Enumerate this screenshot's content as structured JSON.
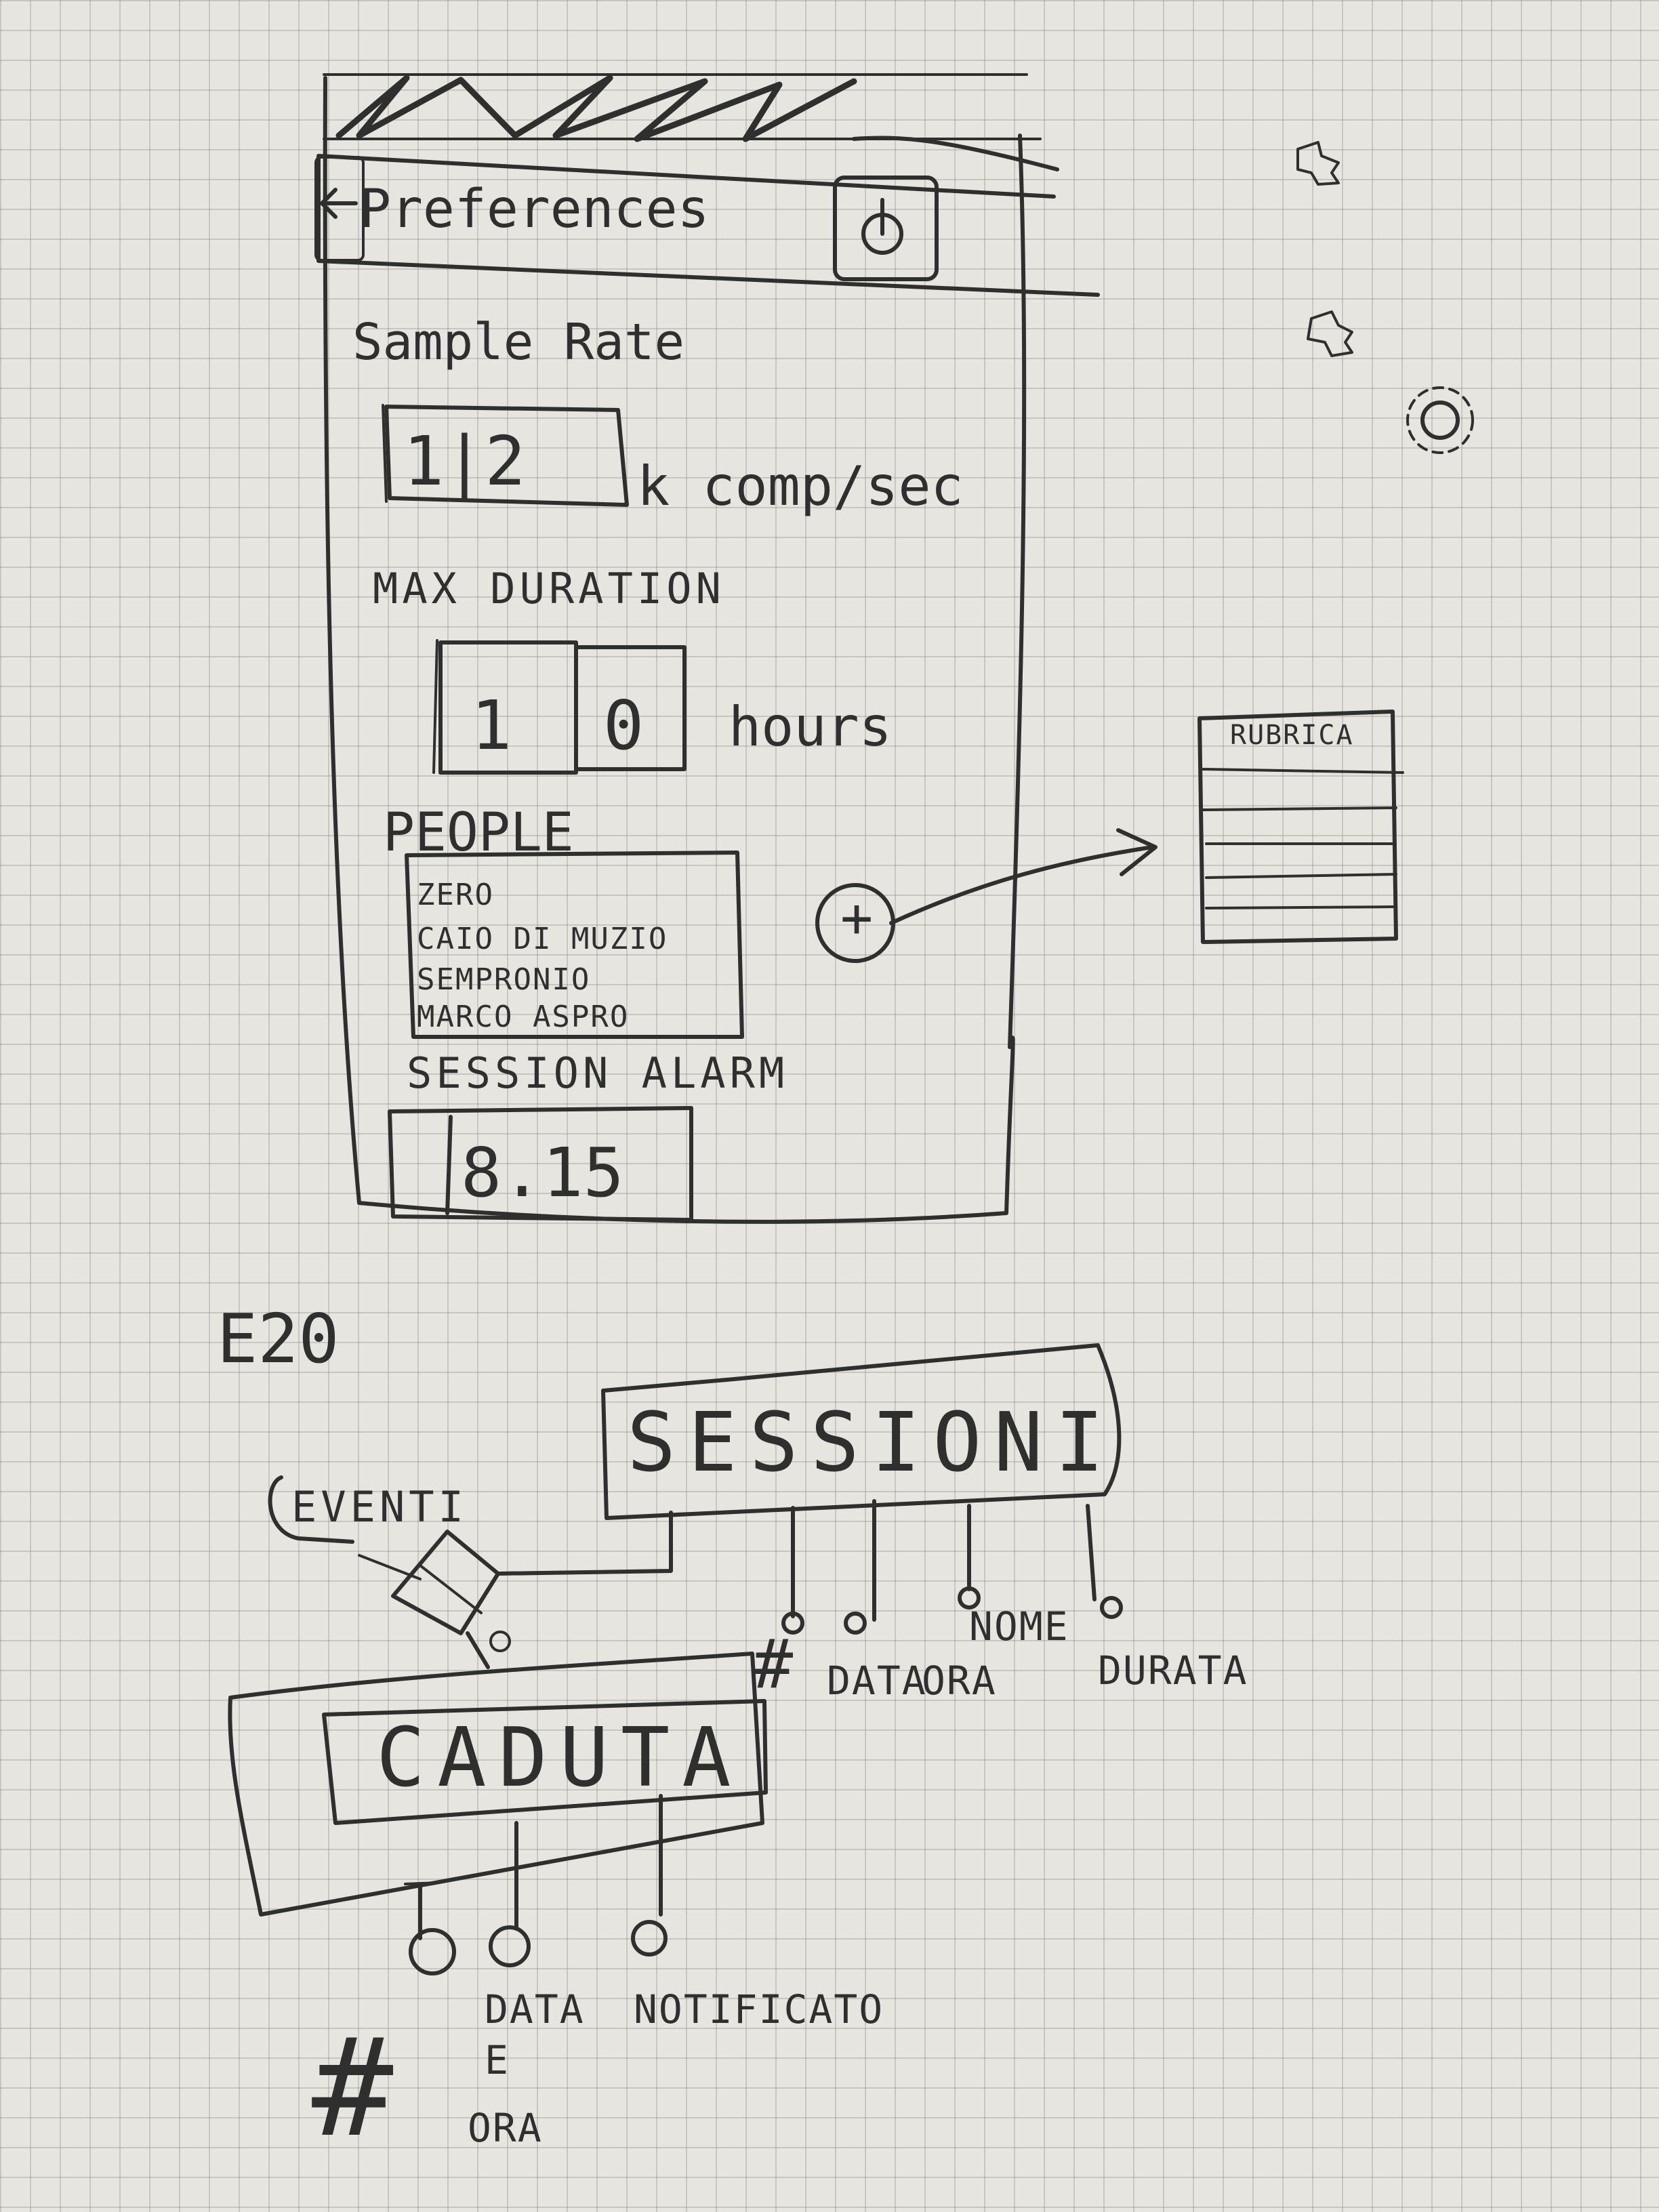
{
  "mockup": {
    "title": "Preferences",
    "sample_rate_label": "Sample Rate",
    "sample_rate_value": "1|2",
    "sample_rate_unit": "k comp/sec",
    "max_duration_label": "MAX DURATION",
    "max_duration_digit1": "1",
    "max_duration_digit2": "0",
    "max_duration_unit": "hours",
    "people_label": "PEOPLE",
    "people": [
      "ZERO",
      "CAIO DI MUZIO",
      "SEMPRONIO",
      "MARCO ASPRO"
    ],
    "add_button": "+",
    "session_alarm_label": "SESSION ALARM",
    "session_alarm_value": "8.15",
    "rubrica_title": "RUBRICA"
  },
  "er_diagram": {
    "heading": "E20",
    "entity_session": "SESSIONI",
    "relation_label": "EVENTI",
    "entity_event": "CADUTA",
    "session_attributes": [
      "#",
      "DATA",
      "ORA",
      "NOME",
      "DURATA"
    ],
    "event_attributes": [
      "#",
      "DATA",
      "E",
      "ORA",
      "NOTIFICATO"
    ]
  },
  "icons": [
    "back-arrow-icon",
    "power-icon",
    "puzzle-icon",
    "puzzle-icon",
    "gear-icon",
    "plus-icon"
  ]
}
